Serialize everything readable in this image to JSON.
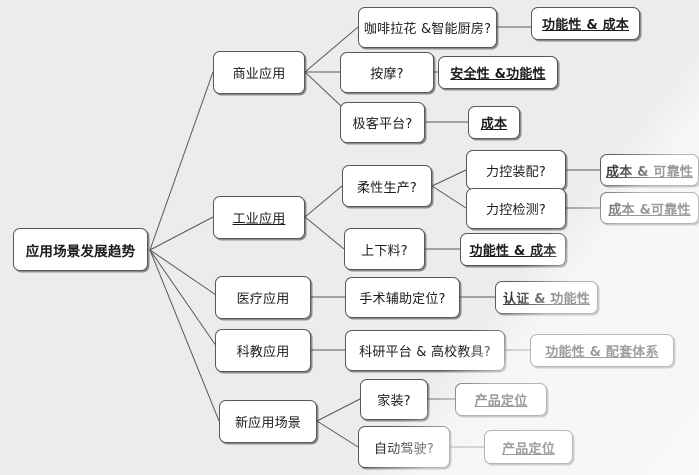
{
  "diagram": {
    "type": "mind-map",
    "title": "应用场景发展趋势",
    "background_color": "#ececec",
    "node_fill": "#ffffff",
    "node_border": "#58585a",
    "edge_color": "#58585a",
    "root": {
      "label": "应用场景发展趋势"
    },
    "branches": [
      {
        "label": "商业应用",
        "children": [
          {
            "label": "咖啡拉花 &智能厨房?",
            "leaf": "功能性 & 成本"
          },
          {
            "label": "按摩?",
            "leaf": "安全性 &功能性"
          },
          {
            "label": "极客平台?",
            "leaf": "成本"
          }
        ]
      },
      {
        "label": "工业应用",
        "children": [
          {
            "label": "柔性生产?",
            "grandchildren": [
              {
                "label": "力控装配?",
                "leaf": "成本 & 可靠性"
              },
              {
                "label": "力控检测?",
                "leaf": "成本 &可靠性"
              }
            ]
          },
          {
            "label": "上下料?",
            "leaf": "功能性 & 成本"
          }
        ]
      },
      {
        "label": "医疗应用",
        "children": [
          {
            "label": "手术辅助定位?",
            "leaf": "认证 & 功能性"
          }
        ]
      },
      {
        "label": "科教应用",
        "children": [
          {
            "label": "科研平台 & 高校教具?",
            "leaf": "功能性 & 配套体系"
          }
        ]
      },
      {
        "label": "新应用场景",
        "children": [
          {
            "label": "家装?",
            "leaf": "产品定位"
          },
          {
            "label": "自动驾驶?",
            "leaf": "产品定位"
          }
        ]
      }
    ]
  }
}
